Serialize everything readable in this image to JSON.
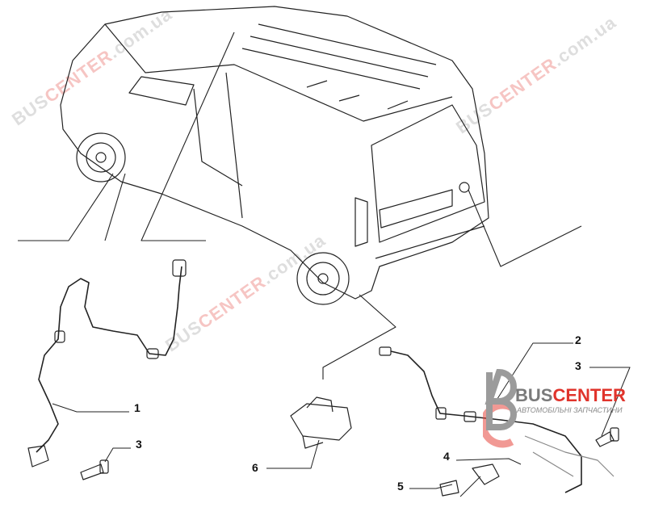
{
  "watermark": {
    "part1": "BUS",
    "part2": "CENTER",
    "part3": ".com.ua"
  },
  "logo": {
    "letter_b": "B",
    "letter_c": "C",
    "name_part1": "BUS",
    "name_part2": "CENTER",
    "tagline": "АВТОМОБІЛЬНІ ЗАПЧАСТИНИ"
  },
  "callouts": {
    "c1": "1",
    "c3a": "3",
    "c2": "2",
    "c3b": "3",
    "c4": "4",
    "c5": "5",
    "c6": "6"
  },
  "colors": {
    "brand_red": "#e0342c",
    "brand_gray": "#8a8a8a"
  }
}
